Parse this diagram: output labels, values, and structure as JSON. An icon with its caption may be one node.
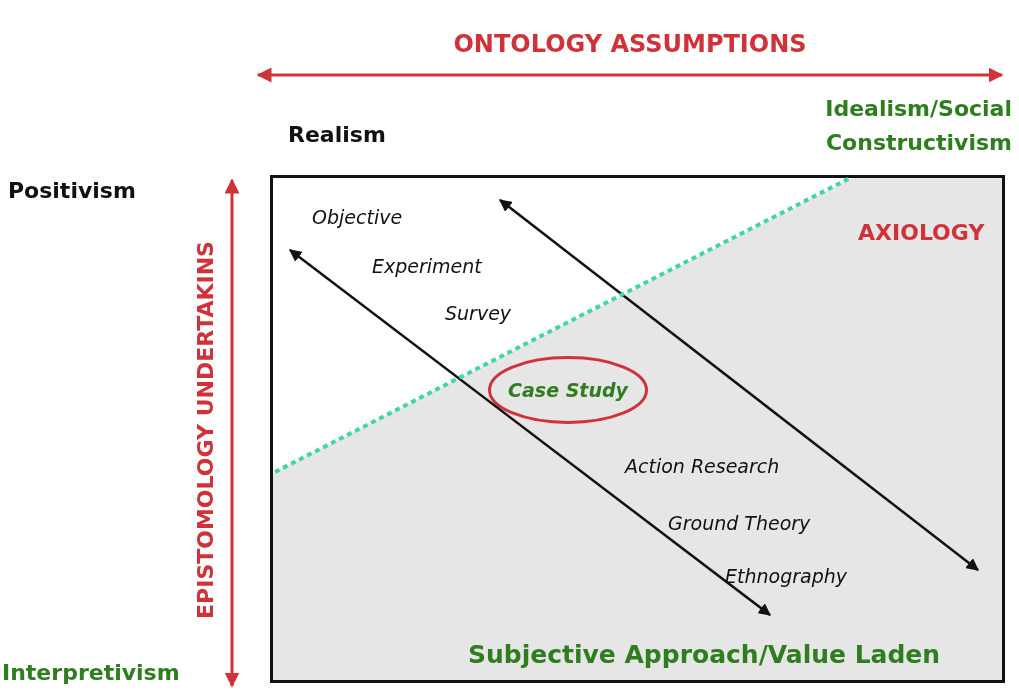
{
  "diagram": {
    "nodes": [
      {
        "text": [],
        "shape": "box"
      },
      {
        "text": [
          "Case Study"
        ],
        "in": 0
      }
    ],
    "labels": [
      "ONTOLOGY ASSUMPTIONS",
      "Realism",
      "Idealism/Social Constructivism",
      "Positivism",
      "EPISTOMOLOGY UNDERTAKINS",
      "Objective",
      "AXIOLOGY",
      "Experiment",
      "Survey",
      "Action Research",
      "Ground Theory",
      "Ethnography",
      "Interpretivism",
      "Subjective Approach/Value Laden"
    ]
  }
}
